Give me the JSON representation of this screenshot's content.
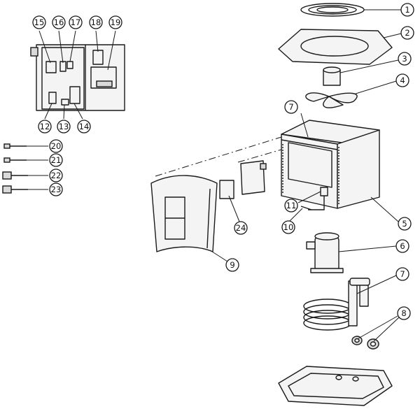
{
  "callouts": {
    "c1": "1",
    "c2": "2",
    "c3": "3",
    "c4": "4",
    "c5": "5",
    "c6": "6",
    "c7a": "7",
    "c7b": "7",
    "c8": "8",
    "c9": "9",
    "c10": "10",
    "c11": "11",
    "c12": "12",
    "c13": "13",
    "c14": "14",
    "c15": "15",
    "c16": "16",
    "c17": "17",
    "c18": "18",
    "c19": "19",
    "c20": "20",
    "c21": "21",
    "c22": "22",
    "c23": "23",
    "c24": "24"
  }
}
